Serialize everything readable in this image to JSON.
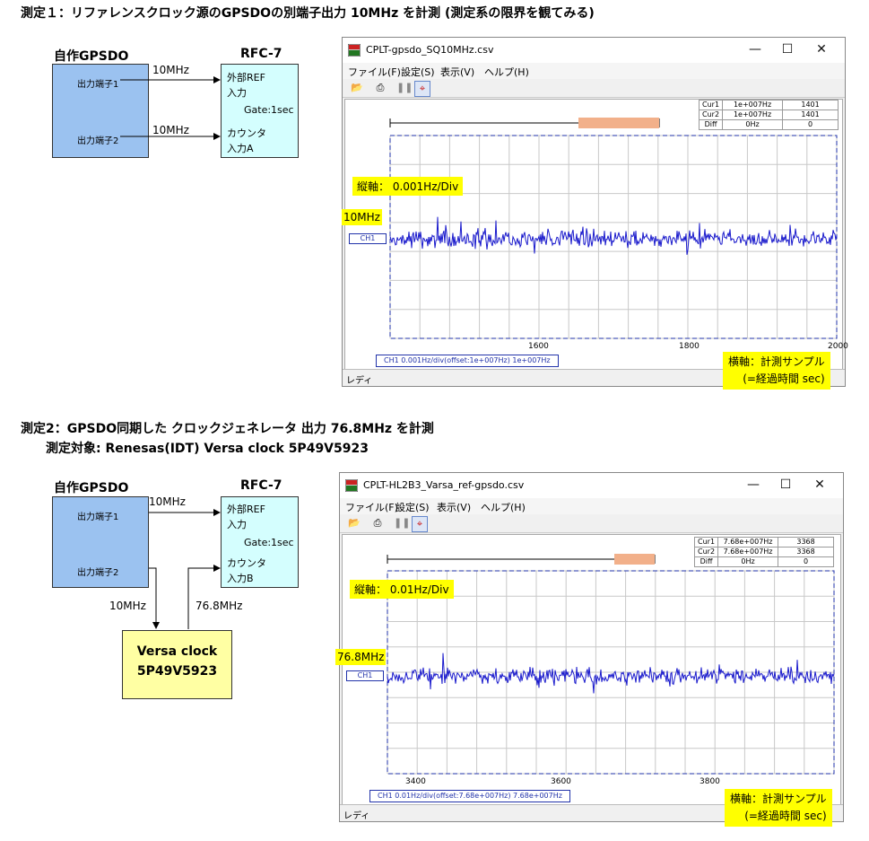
{
  "section1": {
    "heading": "測定１：リファレンスクロック源のGPSDOの別端子出力 10MHz を計測 (測定系の限界を観てみる)",
    "gpsdo": {
      "title": "自作GPSDO",
      "port1": "出力端子1",
      "port2": "出力端子2"
    },
    "rfc": {
      "title": "RFC-7",
      "ext_ref": "外部REF",
      "input": "入力",
      "gate": "Gate:1sec",
      "counter": "カウンタ",
      "input_ch": "入力A"
    },
    "wire_label_top": "10MHz",
    "wire_label_bottom": "10MHz",
    "window": {
      "title": "CPLT-gpsdo_SQ10MHz.csv",
      "menu": [
        "ファイル(F)",
        "設定(S)",
        "表示(V)",
        "ヘルプ(H)"
      ],
      "cursors": [
        [
          "Cur1",
          "1e+007Hz",
          "1401"
        ],
        [
          "Cur2",
          "1e+007Hz",
          "1401"
        ],
        [
          "Diff",
          "0Hz",
          "0"
        ]
      ],
      "y_div_label": "縦軸： 0.001Hz/Div",
      "level_label": "10MHz",
      "channel": "CH1",
      "x_ticks": [
        "1600",
        "1800",
        "2000"
      ],
      "footer": "CH1 0.001Hz/div(offset:1e+007Hz)  1e+007Hz",
      "status": "レディ",
      "x_note_1": "横軸：計測サンプル",
      "x_note_2": "(=経過時間 sec)"
    }
  },
  "section2": {
    "heading": "測定2：GPSDO同期した クロックジェネレータ 出力 76.8MHz を計測",
    "subheading": "測定対象: Renesas(IDT) Versa clock  5P49V5923",
    "gpsdo": {
      "title": "自作GPSDO",
      "port1": "出力端子1",
      "port2": "出力端子2"
    },
    "rfc": {
      "title": "RFC-7",
      "ext_ref": "外部REF",
      "input": "入力",
      "gate": "Gate:1sec",
      "counter": "カウンタ",
      "input_ch": "入力B"
    },
    "wire_label_top": "10MHz",
    "wire_label_down": "10MHz",
    "wire_label_up": "76.8MHz",
    "versa_line1": "Versa clock",
    "versa_line2": "5P49V5923",
    "window": {
      "title": "CPLT-HL2B3_Varsa_ref-gpsdo.csv",
      "menu": [
        "ファイル(F)",
        "設定(S)",
        "表示(V)",
        "ヘルプ(H)"
      ],
      "cursors": [
        [
          "Cur1",
          "7.68e+007Hz",
          "3368"
        ],
        [
          "Cur2",
          "7.68e+007Hz",
          "3368"
        ],
        [
          "Diff",
          "0Hz",
          "0"
        ]
      ],
      "y_div_label": "縦軸： 0.01Hz/Div",
      "level_label": "76.8MHz",
      "channel": "CH1",
      "x_ticks": [
        "3400",
        "3600",
        "3800"
      ],
      "footer": "CH1 0.01Hz/div(offset:7.68e+007Hz)  7.68e+007Hz",
      "status": "レディ",
      "x_note_1": "横軸：計測サンプル",
      "x_note_2": "(=経過時間 sec)"
    }
  },
  "colors": {
    "trace": "#1a1acc",
    "grid": "#c8c8c8",
    "axis": "#2233aa",
    "highlight": "#ffff00",
    "gpsdo": "#9bc2f0",
    "rfc": "#d4fefe",
    "versa": "#ffffa3",
    "range_bar": "#f2b08a"
  },
  "icons": [
    "app-icon",
    "open-folder-icon",
    "print-icon",
    "pause-icon",
    "cursor-icon",
    "minimize-icon",
    "maximize-icon",
    "close-icon"
  ]
}
